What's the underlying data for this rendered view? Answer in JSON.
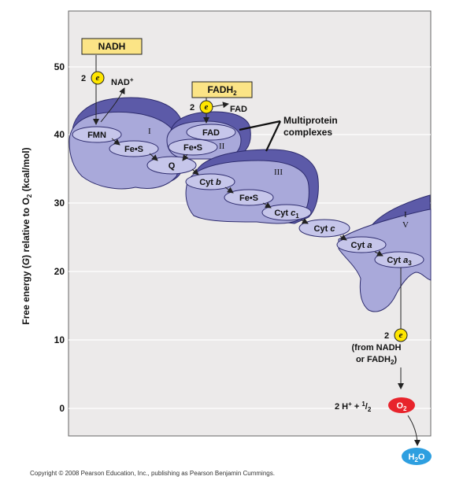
{
  "axis": {
    "ylabel_prefix": "Free energy (",
    "ylabel_g": "G",
    "ylabel_mid": ") relative to O",
    "ylabel_sub": "2",
    "ylabel_suffix": " (kcal/mol)",
    "ticks": [
      "50",
      "40",
      "30",
      "20",
      "10",
      "0"
    ]
  },
  "inputs": {
    "nadh": "NADH",
    "fadh2_main": "FADH",
    "fadh2_sub": "2",
    "electron_count": "2",
    "electron_symbol": "e",
    "nad_plus": "NAD",
    "nad_plus_sup": "+",
    "fad": "FAD"
  },
  "complexes": {
    "roman_1": "I",
    "roman_2": "II",
    "roman_3": "III",
    "roman_4": "IV",
    "annotation_line1": "Multiprotein",
    "annotation_line2": "complexes"
  },
  "carriers": {
    "fmn": "FMN",
    "fes_1": "Fe•S",
    "fad_carrier": "FAD",
    "fes_2": "Fe•S",
    "q": "Q",
    "cyt_b_prefix": "Cyt ",
    "cyt_b_letter": "b",
    "fes_3": "Fe•S",
    "cyt_c1_prefix": "Cyt ",
    "cyt_c1_letter": "c",
    "cyt_c1_sub": "1",
    "cyt_c_prefix": "Cyt ",
    "cyt_c_letter": "c",
    "cyt_a_prefix": "Cyt ",
    "cyt_a_letter": "a",
    "cyt_a3_prefix": "Cyt ",
    "cyt_a3_letter": "a",
    "cyt_a3_sub": "3"
  },
  "terminal": {
    "electron_count": "2",
    "electron_symbol": "e",
    "from_line1": "(from NADH",
    "from_line2_prefix": "or FADH",
    "from_line2_sub": "2",
    "from_line2_suffix": ")",
    "protons": "2 H",
    "protons_sup": "+",
    "plus_half": " + ",
    "half_num": "1",
    "half_den": "2",
    "o2_main": "O",
    "o2_sub": "2",
    "h2o_main": "H",
    "h2o_sub": "2",
    "h2o_end": "O"
  },
  "copyright": "Copyright © 2008 Pearson Education, Inc., publishing as Pearson Benjamin Cummings.",
  "colors": {
    "complex_fill": "#a9a9da",
    "complex_dark": "#5c5aa8",
    "carrier_fill": "#c6c6ea",
    "box_fill": "#fbe486",
    "electron_fill": "#ffe600",
    "o2_fill": "#e8242c",
    "h2o_fill": "#2e9fe0",
    "plot_bg": "#eceaea"
  }
}
